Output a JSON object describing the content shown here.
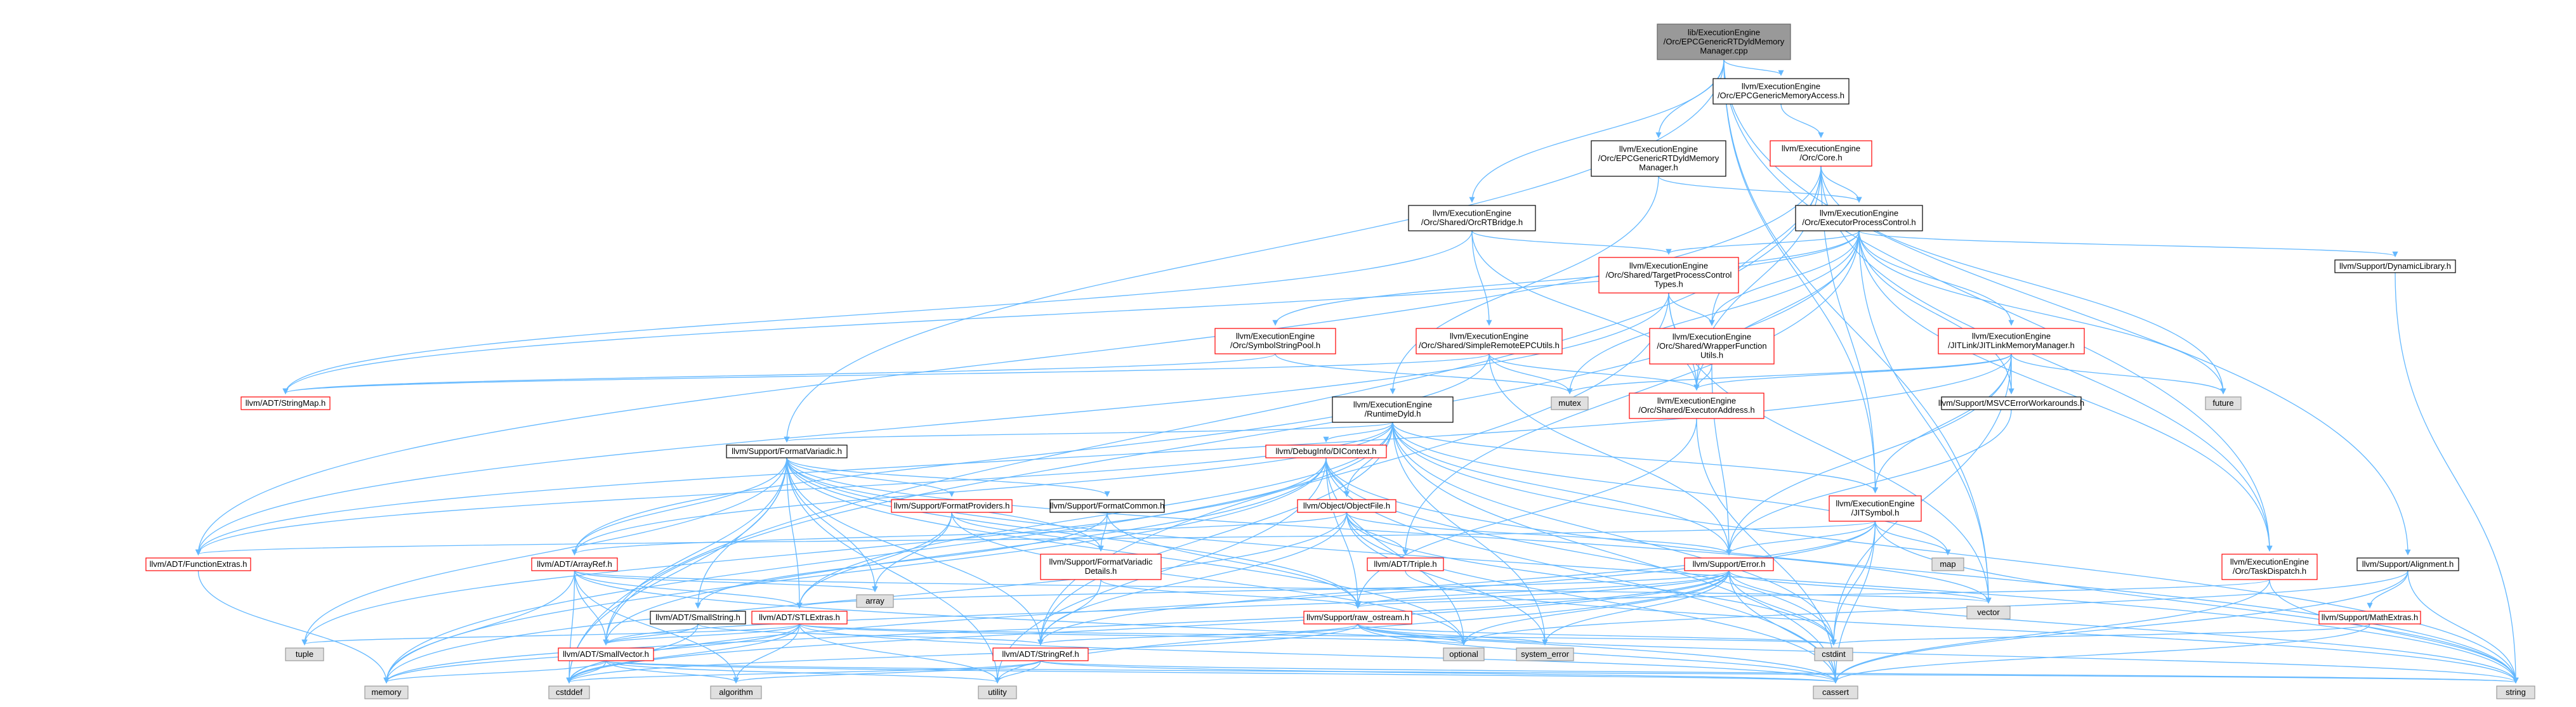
{
  "colors": {
    "edge": "#63b8ff",
    "root_fill": "#999999",
    "root_border": "#666666",
    "doc_border": "#000000",
    "doc_fill": "#ffffff",
    "incomplete_border": "#ff0000",
    "system_fill": "#e0e0e0",
    "system_border": "#999999"
  },
  "graph": {
    "nodes": [
      {
        "id": "root",
        "kind": "root",
        "lines": [
          "lib/ExecutionEngine",
          "/Orc/EPCGenericRTDyldMemory",
          "Manager.cpp"
        ]
      },
      {
        "id": "epcmemaccess",
        "kind": "doc",
        "lines": [
          "llvm/ExecutionEngine",
          "/Orc/EPCGenericMemoryAccess.h"
        ]
      },
      {
        "id": "epcrtdyld_h",
        "kind": "doc",
        "lines": [
          "llvm/ExecutionEngine",
          "/Orc/EPCGenericRTDyldMemory",
          "Manager.h"
        ]
      },
      {
        "id": "core",
        "kind": "red",
        "lines": [
          "llvm/ExecutionEngine",
          "/Orc/Core.h"
        ]
      },
      {
        "id": "rtbridge",
        "kind": "doc",
        "lines": [
          "llvm/ExecutionEngine",
          "/Orc/Shared/OrcRTBridge.h"
        ]
      },
      {
        "id": "epc",
        "kind": "doc",
        "lines": [
          "llvm/ExecutionEngine",
          "/Orc/ExecutorProcessControl.h"
        ]
      },
      {
        "id": "tpctypes",
        "kind": "red",
        "lines": [
          "llvm/ExecutionEngine",
          "/Orc/Shared/TargetProcessControl",
          "Types.h"
        ]
      },
      {
        "id": "dynlib",
        "kind": "doc",
        "lines": [
          "llvm/Support/DynamicLibrary.h"
        ]
      },
      {
        "id": "symstrpool",
        "kind": "red",
        "lines": [
          "llvm/ExecutionEngine",
          "/Orc/SymbolStringPool.h"
        ]
      },
      {
        "id": "simpleremote",
        "kind": "red",
        "lines": [
          "llvm/ExecutionEngine",
          "/Orc/Shared/SimpleRemoteEPCUtils.h"
        ]
      },
      {
        "id": "wrapperfn",
        "kind": "red",
        "lines": [
          "llvm/ExecutionEngine",
          "/Orc/Shared/WrapperFunction",
          "Utils.h"
        ]
      },
      {
        "id": "jitlinkmm",
        "kind": "red",
        "lines": [
          "llvm/ExecutionEngine",
          "/JITLink/JITLinkMemoryManager.h"
        ]
      },
      {
        "id": "future",
        "kind": "sys",
        "lines": [
          "future"
        ]
      },
      {
        "id": "stringmap",
        "kind": "red",
        "lines": [
          "llvm/ADT/StringMap.h"
        ]
      },
      {
        "id": "mutex",
        "kind": "sys",
        "lines": [
          "mutex"
        ]
      },
      {
        "id": "execaddr",
        "kind": "red",
        "lines": [
          "llvm/ExecutionEngine",
          "/Orc/Shared/ExecutorAddress.h"
        ]
      },
      {
        "id": "msvcerr",
        "kind": "doc",
        "lines": [
          "llvm/Support/MSVCErrorWorkarounds.h"
        ]
      },
      {
        "id": "rtdyld",
        "kind": "doc",
        "lines": [
          "llvm/ExecutionEngine",
          "/RuntimeDyld.h"
        ]
      },
      {
        "id": "formatvariadic",
        "kind": "doc",
        "lines": [
          "llvm/Support/FormatVariadic.h"
        ]
      },
      {
        "id": "dicontext",
        "kind": "red",
        "lines": [
          "llvm/DebugInfo/DIContext.h"
        ]
      },
      {
        "id": "formatproviders",
        "kind": "red",
        "lines": [
          "llvm/Support/FormatProviders.h"
        ]
      },
      {
        "id": "formatcommon",
        "kind": "doc",
        "lines": [
          "llvm/Support/FormatCommon.h"
        ]
      },
      {
        "id": "objectfile",
        "kind": "red",
        "lines": [
          "llvm/Object/ObjectFile.h"
        ]
      },
      {
        "id": "jitsymbol",
        "kind": "red",
        "lines": [
          "llvm/ExecutionEngine",
          "/JITSymbol.h"
        ]
      },
      {
        "id": "functionextras",
        "kind": "red",
        "lines": [
          "llvm/ADT/FunctionExtras.h"
        ]
      },
      {
        "id": "arrayref",
        "kind": "red",
        "lines": [
          "llvm/ADT/ArrayRef.h"
        ]
      },
      {
        "id": "fvdetails",
        "kind": "red",
        "lines": [
          "llvm/Support/FormatVariadic",
          "Details.h"
        ]
      },
      {
        "id": "triple",
        "kind": "red",
        "lines": [
          "llvm/ADT/Triple.h"
        ]
      },
      {
        "id": "map",
        "kind": "sys",
        "lines": [
          "map"
        ]
      },
      {
        "id": "error",
        "kind": "red",
        "lines": [
          "llvm/Support/Error.h"
        ]
      },
      {
        "id": "taskdispatch",
        "kind": "red",
        "lines": [
          "llvm/ExecutionEngine",
          "/Orc/TaskDispatch.h"
        ]
      },
      {
        "id": "alignment",
        "kind": "doc",
        "lines": [
          "llvm/Support/Alignment.h"
        ]
      },
      {
        "id": "array",
        "kind": "sys",
        "lines": [
          "array"
        ]
      },
      {
        "id": "vector",
        "kind": "sys",
        "lines": [
          "vector"
        ]
      },
      {
        "id": "smallstring",
        "kind": "doc",
        "lines": [
          "llvm/ADT/SmallString.h"
        ]
      },
      {
        "id": "stlextras",
        "kind": "red",
        "lines": [
          "llvm/ADT/STLExtras.h"
        ]
      },
      {
        "id": "rawostream",
        "kind": "red",
        "lines": [
          "llvm/Support/raw_ostream.h"
        ]
      },
      {
        "id": "mathextras",
        "kind": "red",
        "lines": [
          "llvm/Support/MathExtras.h"
        ]
      },
      {
        "id": "tuple",
        "kind": "sys",
        "lines": [
          "tuple"
        ]
      },
      {
        "id": "smallvector",
        "kind": "red",
        "lines": [
          "llvm/ADT/SmallVector.h"
        ]
      },
      {
        "id": "optional",
        "kind": "sys",
        "lines": [
          "optional"
        ]
      },
      {
        "id": "systemerror",
        "kind": "sys",
        "lines": [
          "system_error"
        ]
      },
      {
        "id": "cstdint",
        "kind": "sys",
        "lines": [
          "cstdint"
        ]
      },
      {
        "id": "stringref",
        "kind": "red",
        "lines": [
          "llvm/ADT/StringRef.h"
        ]
      },
      {
        "id": "memory",
        "kind": "sys",
        "lines": [
          "memory"
        ]
      },
      {
        "id": "cstddef",
        "kind": "sys",
        "lines": [
          "cstddef"
        ]
      },
      {
        "id": "algorithm",
        "kind": "sys",
        "lines": [
          "algorithm"
        ]
      },
      {
        "id": "utility",
        "kind": "sys",
        "lines": [
          "utility"
        ]
      },
      {
        "id": "cassert",
        "kind": "sys",
        "lines": [
          "cassert"
        ]
      },
      {
        "id": "string",
        "kind": "sys",
        "lines": [
          "string"
        ]
      }
    ],
    "edges": [
      [
        "root",
        "epcmemaccess"
      ],
      [
        "root",
        "epcrtdyld_h"
      ],
      [
        "root",
        "rtbridge"
      ],
      [
        "root",
        "formatvariadic"
      ],
      [
        "root",
        "taskdispatch"
      ],
      [
        "root",
        "jitsymbol"
      ],
      [
        "root",
        "alignment"
      ],
      [
        "root",
        "vector"
      ],
      [
        "epcmemaccess",
        "core"
      ],
      [
        "epcrtdyld_h",
        "epc"
      ],
      [
        "epcrtdyld_h",
        "rtdyld"
      ],
      [
        "core",
        "epc"
      ],
      [
        "core",
        "functionextras"
      ],
      [
        "core",
        "wrapperfn"
      ],
      [
        "core",
        "execaddr"
      ],
      [
        "core",
        "taskdispatch"
      ],
      [
        "core",
        "jitsymbol"
      ],
      [
        "core",
        "future"
      ],
      [
        "core",
        "cstddef"
      ],
      [
        "rtbridge",
        "tpctypes"
      ],
      [
        "rtbridge",
        "simpleremote"
      ],
      [
        "rtbridge",
        "execaddr"
      ],
      [
        "rtbridge",
        "stringmap"
      ],
      [
        "epc",
        "tpctypes"
      ],
      [
        "epc",
        "wrapperfn"
      ],
      [
        "epc",
        "jitlinkmm"
      ],
      [
        "epc",
        "symstrpool"
      ],
      [
        "epc",
        "execaddr"
      ],
      [
        "epc",
        "dynlib"
      ],
      [
        "epc",
        "msvcerr"
      ],
      [
        "epc",
        "future"
      ],
      [
        "epc",
        "mutex"
      ],
      [
        "epc",
        "vector"
      ],
      [
        "epc",
        "taskdispatch"
      ],
      [
        "epc",
        "triple"
      ],
      [
        "epc",
        "smallvector"
      ],
      [
        "epc",
        "stringmap"
      ],
      [
        "tpctypes",
        "wrapperfn"
      ],
      [
        "tpctypes",
        "execaddr"
      ],
      [
        "tpctypes",
        "functionextras"
      ],
      [
        "tpctypes",
        "stringref"
      ],
      [
        "tpctypes",
        "vector"
      ],
      [
        "wrapperfn",
        "execaddr"
      ],
      [
        "wrapperfn",
        "error"
      ],
      [
        "jitlinkmm",
        "execaddr"
      ],
      [
        "jitlinkmm",
        "msvcerr"
      ],
      [
        "jitlinkmm",
        "future"
      ],
      [
        "jitlinkmm",
        "mutex"
      ],
      [
        "jitlinkmm",
        "error"
      ],
      [
        "jitlinkmm",
        "functionextras"
      ],
      [
        "jitlinkmm",
        "jitsymbol"
      ],
      [
        "jitlinkmm",
        "cstdint"
      ],
      [
        "simpleremote",
        "execaddr"
      ],
      [
        "simpleremote",
        "mutex"
      ],
      [
        "simpleremote",
        "error"
      ],
      [
        "simpleremote",
        "stringmap"
      ],
      [
        "simpleremote",
        "arrayref"
      ],
      [
        "symstrpool",
        "stringmap"
      ],
      [
        "symstrpool",
        "mutex"
      ],
      [
        "execaddr",
        "rawostream"
      ],
      [
        "execaddr",
        "cassert"
      ],
      [
        "msvcerr",
        "error"
      ],
      [
        "dynlib",
        "string"
      ],
      [
        "rtdyld",
        "dicontext"
      ],
      [
        "rtdyld",
        "objectfile"
      ],
      [
        "rtdyld",
        "jitsymbol"
      ],
      [
        "rtdyld",
        "error"
      ],
      [
        "rtdyld",
        "formatvariadic"
      ],
      [
        "rtdyld",
        "stringref"
      ],
      [
        "rtdyld",
        "arrayref"
      ],
      [
        "rtdyld",
        "functionextras"
      ],
      [
        "rtdyld",
        "stlextras"
      ],
      [
        "rtdyld",
        "cassert"
      ],
      [
        "rtdyld",
        "cstdint"
      ],
      [
        "rtdyld",
        "map"
      ],
      [
        "rtdyld",
        "memory"
      ],
      [
        "rtdyld",
        "string"
      ],
      [
        "rtdyld",
        "system_error"
      ],
      [
        "formatvariadic",
        "formatproviders"
      ],
      [
        "formatvariadic",
        "formatcommon"
      ],
      [
        "formatvariadic",
        "fvdetails"
      ],
      [
        "formatvariadic",
        "arrayref"
      ],
      [
        "formatvariadic",
        "stlextras"
      ],
      [
        "formatvariadic",
        "smallstring"
      ],
      [
        "formatvariadic",
        "stringref"
      ],
      [
        "formatvariadic",
        "rawostream"
      ],
      [
        "formatvariadic",
        "array"
      ],
      [
        "formatvariadic",
        "tuple"
      ],
      [
        "formatvariadic",
        "optional"
      ],
      [
        "formatvariadic",
        "string"
      ],
      [
        "formatvariadic",
        "utility"
      ],
      [
        "formatvariadic",
        "vector"
      ],
      [
        "formatvariadic",
        "cstddef"
      ],
      [
        "formatvariadic",
        "smallvector"
      ],
      [
        "dicontext",
        "objectfile"
      ],
      [
        "dicontext",
        "rawostream"
      ],
      [
        "dicontext",
        "smallvector"
      ],
      [
        "dicontext",
        "cassert"
      ],
      [
        "dicontext",
        "cstdint"
      ],
      [
        "dicontext",
        "memory"
      ],
      [
        "dicontext",
        "optional"
      ],
      [
        "dicontext",
        "string"
      ],
      [
        "dicontext",
        "tuple"
      ],
      [
        "dicontext",
        "utility"
      ],
      [
        "formatproviders",
        "fvdetails"
      ],
      [
        "formatproviders",
        "stlextras"
      ],
      [
        "formatproviders",
        "array"
      ],
      [
        "formatproviders",
        "optional"
      ],
      [
        "formatcommon",
        "fvdetails"
      ],
      [
        "formatcommon",
        "rawostream"
      ],
      [
        "formatcommon",
        "smallstring"
      ],
      [
        "objectfile",
        "triple"
      ],
      [
        "objectfile",
        "error"
      ],
      [
        "objectfile",
        "arrayref"
      ],
      [
        "objectfile",
        "stringref"
      ],
      [
        "objectfile",
        "cassert"
      ],
      [
        "objectfile",
        "cstdint"
      ],
      [
        "objectfile",
        "memory"
      ],
      [
        "objectfile",
        "system_error"
      ],
      [
        "jitsymbol",
        "error"
      ],
      [
        "jitsymbol",
        "functionextras"
      ],
      [
        "jitsymbol",
        "stringref"
      ],
      [
        "jitsymbol",
        "map"
      ],
      [
        "jitsymbol",
        "cassert"
      ],
      [
        "jitsymbol",
        "cstddef"
      ],
      [
        "jitsymbol",
        "cstdint"
      ],
      [
        "jitsymbol",
        "string"
      ],
      [
        "functionextras",
        "memory"
      ],
      [
        "arrayref",
        "stlextras"
      ],
      [
        "arrayref",
        "smallvector"
      ],
      [
        "arrayref",
        "array"
      ],
      [
        "arrayref",
        "algorithm"
      ],
      [
        "arrayref",
        "cassert"
      ],
      [
        "arrayref",
        "cstddef"
      ],
      [
        "arrayref",
        "memory"
      ],
      [
        "arrayref",
        "vector"
      ],
      [
        "fvdetails",
        "rawostream"
      ],
      [
        "fvdetails",
        "stringref"
      ],
      [
        "triple",
        "string"
      ],
      [
        "error",
        "rawostream"
      ],
      [
        "error",
        "stlextras"
      ],
      [
        "error",
        "smallvector"
      ],
      [
        "error",
        "cassert"
      ],
      [
        "error",
        "cstdint"
      ],
      [
        "error",
        "memory"
      ],
      [
        "error",
        "optional"
      ],
      [
        "error",
        "string"
      ],
      [
        "error",
        "system_error"
      ],
      [
        "error",
        "utility"
      ],
      [
        "error",
        "vector"
      ],
      [
        "error",
        "cstddef"
      ],
      [
        "taskdispatch",
        "rawostream"
      ],
      [
        "taskdispatch",
        "cassert"
      ],
      [
        "taskdispatch",
        "string"
      ],
      [
        "alignment",
        "mathextras"
      ],
      [
        "alignment",
        "cassert"
      ],
      [
        "alignment",
        "optional"
      ],
      [
        "alignment",
        "string"
      ],
      [
        "smallstring",
        "smallvector"
      ],
      [
        "smallstring",
        "stringref"
      ],
      [
        "smallstring",
        "cstddef"
      ],
      [
        "stlextras",
        "smallvector"
      ],
      [
        "stlextras",
        "algorithm"
      ],
      [
        "stlextras",
        "cassert"
      ],
      [
        "stlextras",
        "cstddef"
      ],
      [
        "stlextras",
        "cstdint"
      ],
      [
        "stlextras",
        "memory"
      ],
      [
        "stlextras",
        "optional"
      ],
      [
        "stlextras",
        "tuple"
      ],
      [
        "stlextras",
        "utility"
      ],
      [
        "rawostream",
        "stringref"
      ],
      [
        "rawostream",
        "cassert"
      ],
      [
        "rawostream",
        "cstddef"
      ],
      [
        "rawostream",
        "cstdint"
      ],
      [
        "rawostream",
        "optional"
      ],
      [
        "rawostream",
        "string"
      ],
      [
        "rawostream",
        "system_error"
      ],
      [
        "mathextras",
        "cassert"
      ],
      [
        "mathextras",
        "cstdint"
      ],
      [
        "smallvector",
        "algorithm"
      ],
      [
        "smallvector",
        "cassert"
      ],
      [
        "smallvector",
        "cstddef"
      ],
      [
        "smallvector",
        "memory"
      ],
      [
        "smallvector",
        "utility"
      ],
      [
        "smallvector",
        "string"
      ],
      [
        "stringref",
        "algorithm"
      ],
      [
        "stringref",
        "cassert"
      ],
      [
        "stringref",
        "cstddef"
      ],
      [
        "stringref",
        "string"
      ],
      [
        "stringref",
        "utility"
      ]
    ]
  }
}
